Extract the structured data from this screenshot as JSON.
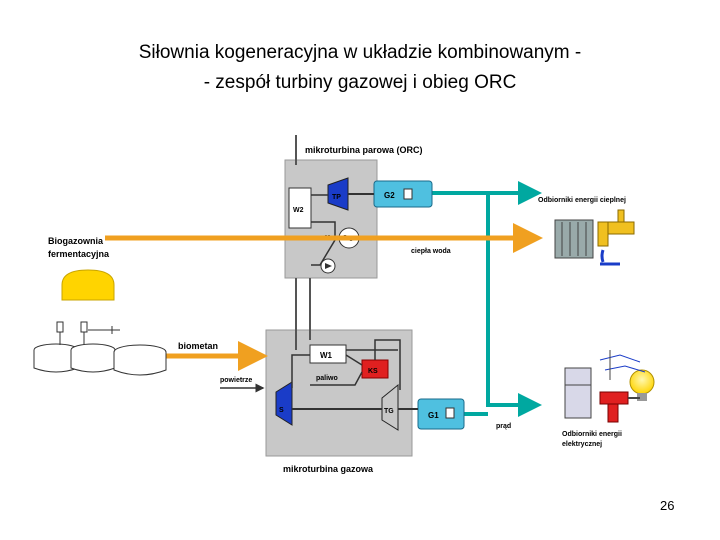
{
  "title": {
    "line1": "Siłownia kogeneracyjna w układzie kombinowanym -",
    "line2": "- zespół turbiny gazowej i obieg ORC"
  },
  "diagram": {
    "orc_label": "mikroturbina parowa (ORC)",
    "gas_label": "mikroturbina gazowa",
    "w2": "W2",
    "tp": "TP",
    "g2": "G2",
    "k": "K",
    "w1": "W1",
    "ks": "KS",
    "s": "S",
    "tg": "TG",
    "g1": "G1",
    "biogas_label_1": "Biogazownia",
    "biogas_label_2": "fermentacyjna",
    "biometan": "biometan",
    "powietrze": "powietrze",
    "paliwo": "paliwo",
    "ciepla_woda": "ciepła woda",
    "prad": "prąd",
    "heat_receivers": "Odbiorniki energii cieplnej",
    "elec_receivers_1": "Odbiorniki energii",
    "elec_receivers_2": "elektrycznej"
  },
  "colors": {
    "orange": "#f0a020",
    "teal": "#00a8a0",
    "box": "#c8c8c8",
    "red": "#e02020",
    "blue": "#1a3cc8",
    "yellow": "#ffd400"
  },
  "page_number": "26"
}
